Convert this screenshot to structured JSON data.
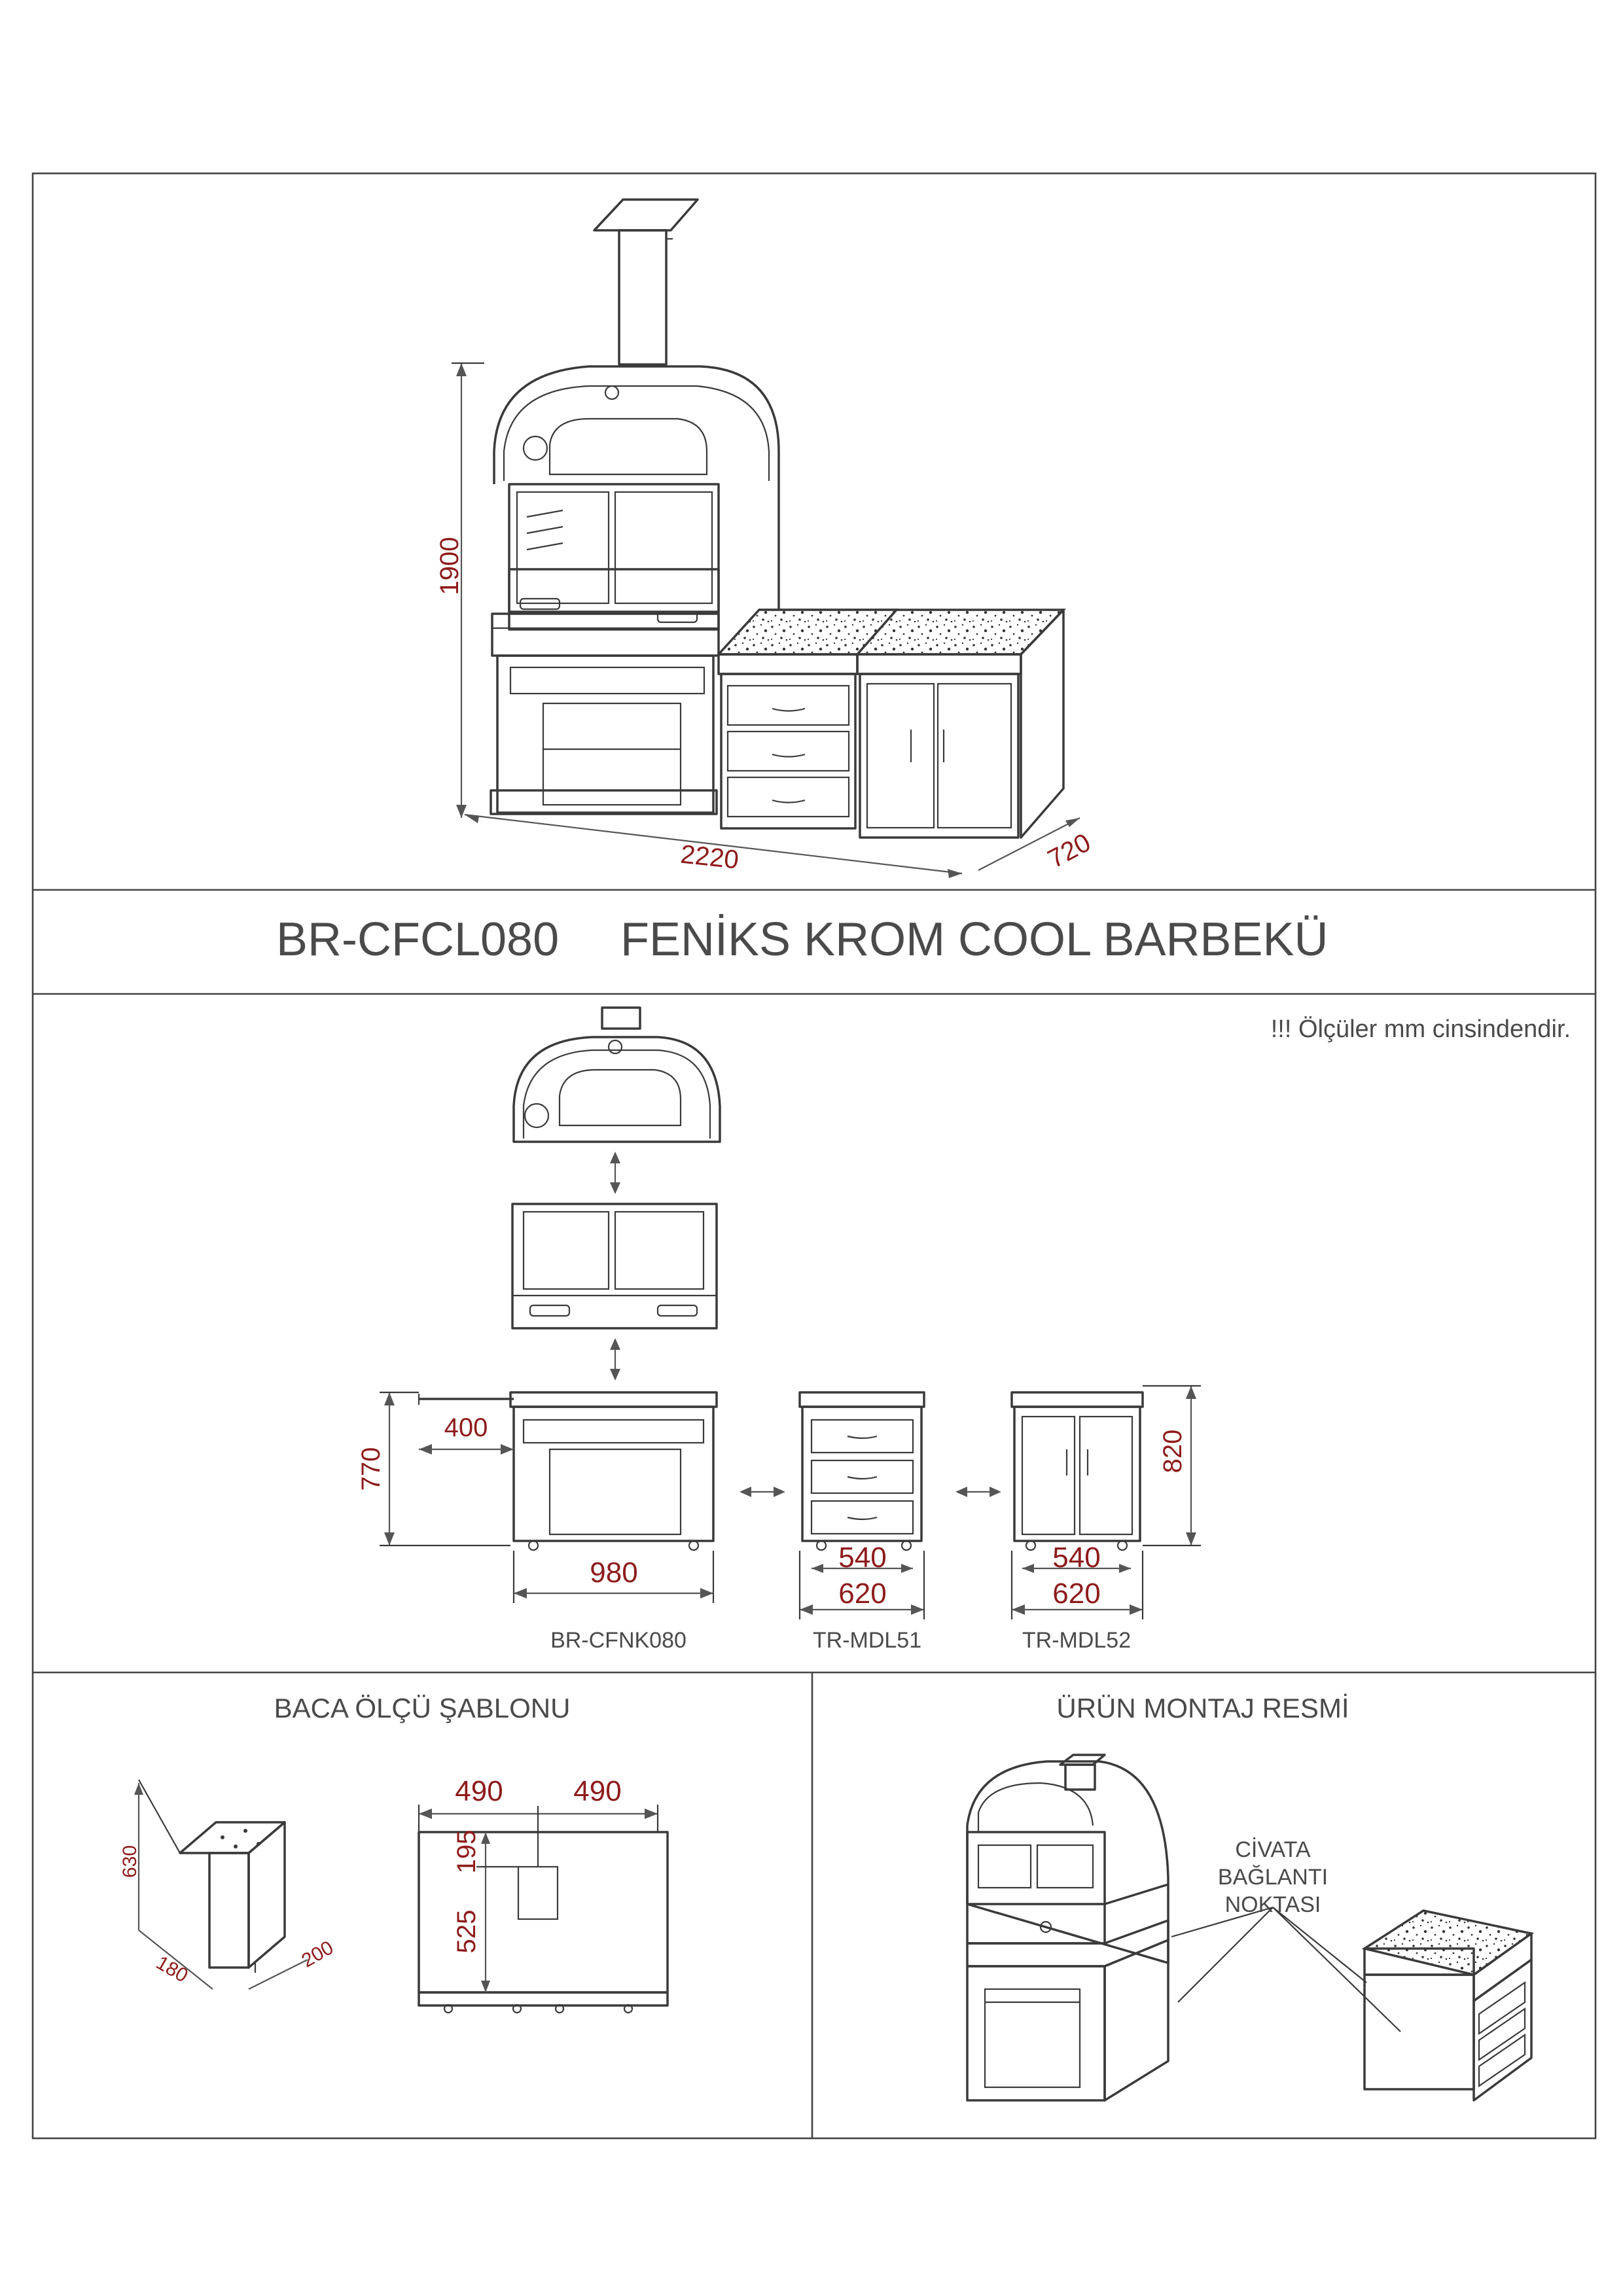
{
  "title": {
    "code": "BR-CFCL080",
    "name": "FENİKS KROM COOL BARBEKÜ"
  },
  "note": "!!! Ölçüler mm cinsindendir.",
  "overview_dims": {
    "height": "1900",
    "width": "2220",
    "depth": "720"
  },
  "modules": [
    {
      "code": "BR-CFNK080",
      "width": "980",
      "height": "770",
      "extension": "400"
    },
    {
      "code": "TR-MDL51",
      "inner_width": "540",
      "outer_width": "620"
    },
    {
      "code": "TR-MDL52",
      "inner_width": "540",
      "outer_width": "620",
      "height": "820"
    }
  ],
  "chimney": {
    "section_title": "BACA ÖLÇÜ ŞABLONU",
    "height": "630",
    "side_a": "180",
    "side_b": "200",
    "left": "490",
    "right": "490",
    "top": "195",
    "bottom": "525"
  },
  "assembly": {
    "section_title": "ÜRÜN MONTAJ RESMİ",
    "label_lines": [
      "CİVATA",
      "BAĞLANTI",
      "NOKTASI"
    ]
  },
  "colors": {
    "dimension": "#8e1b1b",
    "line": "#3a3a3a",
    "text": "#4a4a4a"
  }
}
